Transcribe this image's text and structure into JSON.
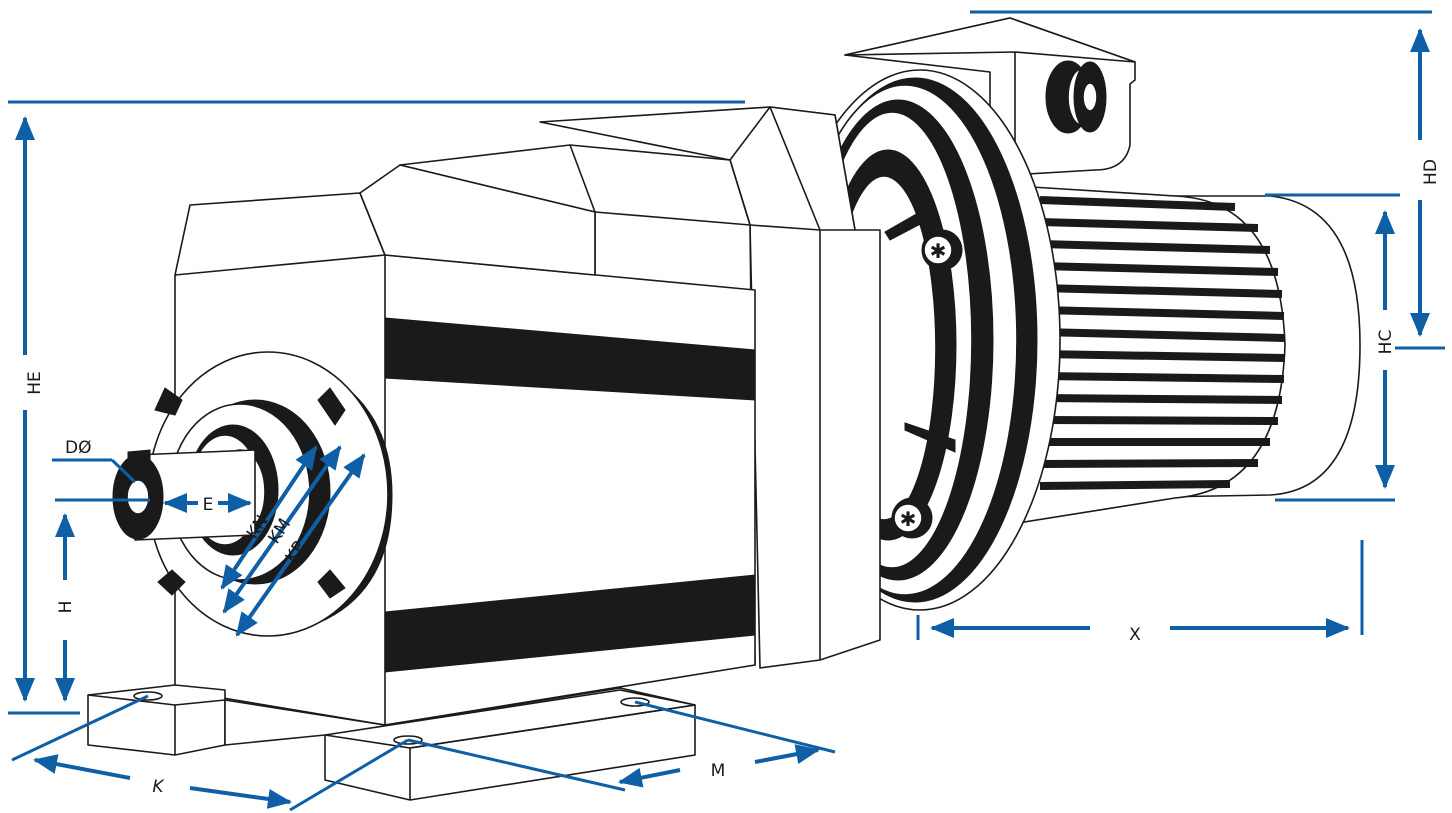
{
  "colors": {
    "dimension": "#0f5fa6",
    "outline": "#1a1a1a",
    "background": "#ffffff"
  },
  "labels": {
    "HE": "HE",
    "HD": "HD",
    "HC": "HC",
    "X": "X",
    "H": "H",
    "D": "DØ",
    "E": "E",
    "KN": "KN",
    "KM": "KM",
    "KP": "KP",
    "K": "K",
    "M": "M"
  }
}
